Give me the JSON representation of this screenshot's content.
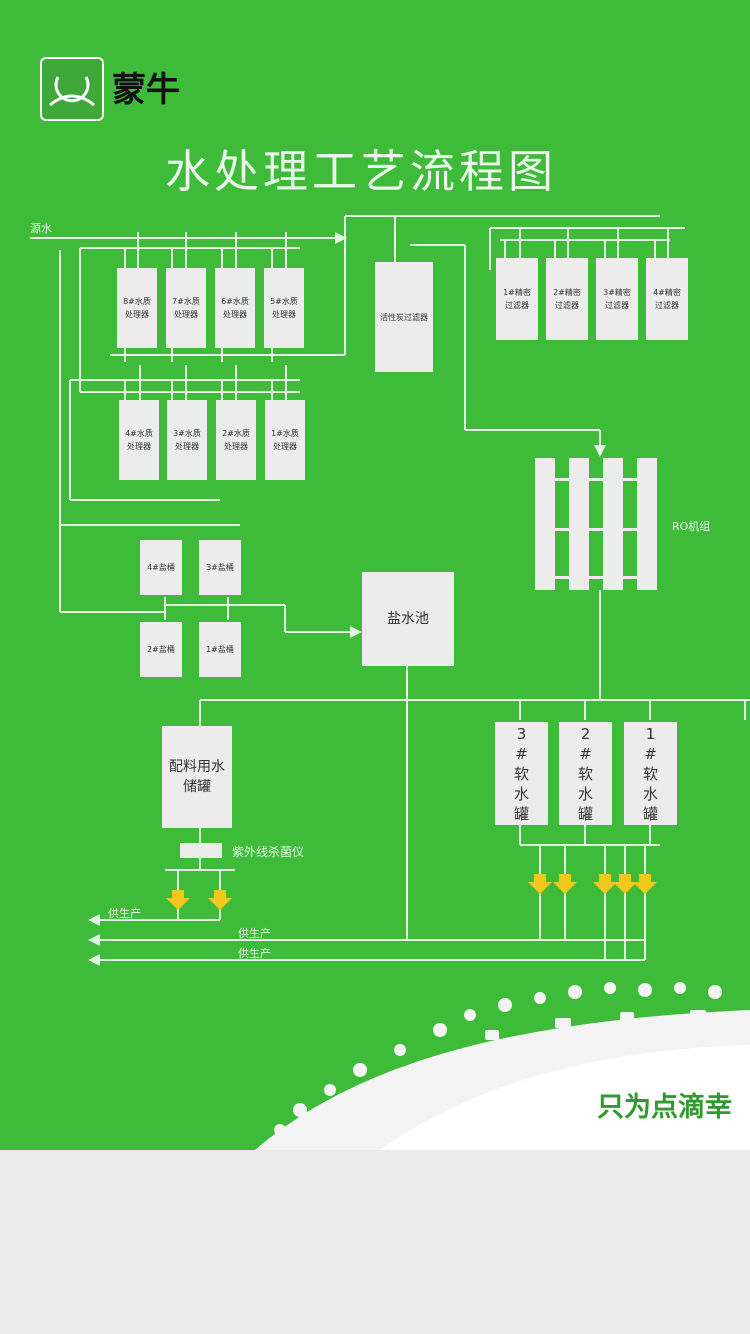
{
  "header": {
    "logo_text": "蒙牛",
    "title": "水处理工艺流程图"
  },
  "inputs": {
    "raw_water": "源水"
  },
  "processors_top": [
    "8#水质处理器",
    "7#水质处理器",
    "6#水质处理器",
    "5#水质处理器"
  ],
  "processors_bottom": [
    "4#水质处理器",
    "3#水质处理器",
    "2#水质处理器",
    "1#水质处理器"
  ],
  "carbon_filter": "活性炭过滤器",
  "fine_filters": [
    "1#精密过滤器",
    "2#精密过滤器",
    "3#精密过滤器",
    "4#精密过滤器"
  ],
  "ro_unit": "RO机组",
  "salt_tanks": [
    "4#盐桶",
    "3#盐桶",
    "2#盐桶",
    "1#盐桶"
  ],
  "brine_pool": "盐水池",
  "storage_tank": "配料用水储罐",
  "uv_sterilizer": "紫外线杀菌仪",
  "soft_tanks": [
    "3#软水罐",
    "2#软水罐",
    "1#软水罐"
  ],
  "outputs": [
    "供生产",
    "供生产",
    "供生产"
  ],
  "slogan": "只为点滴幸",
  "colors": {
    "background": "#3fbb3a",
    "boxes": "#ececec",
    "pipes": "#e6f4e6",
    "arrows": "#f2c81c",
    "slogan": "#2f9b2e"
  }
}
